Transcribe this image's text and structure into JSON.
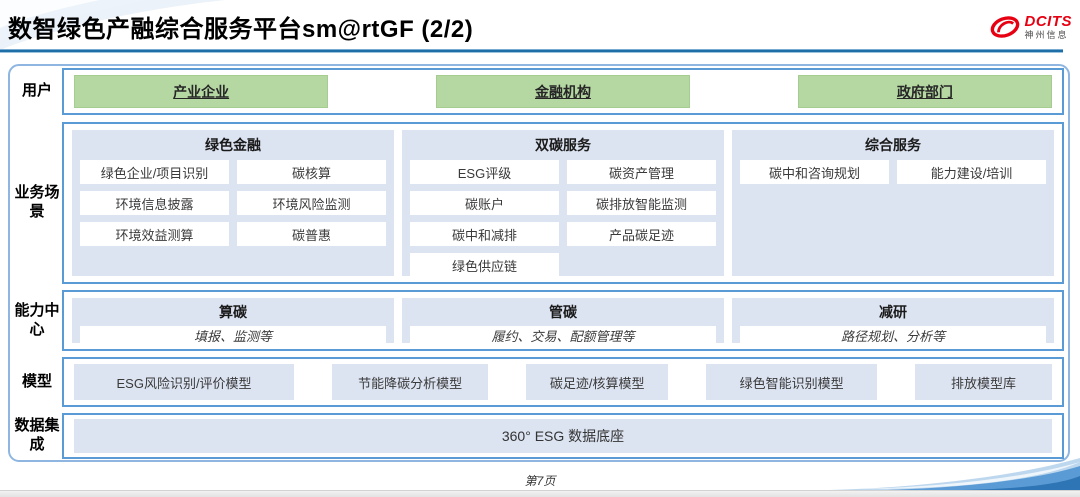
{
  "header": {
    "title": "数智绿色产融综合服务平台sm@rtGF (2/2)",
    "logo": {
      "brand": "DCITS",
      "subbrand": "神州信息"
    }
  },
  "diagram": {
    "users": {
      "label": "用户",
      "items": [
        "产业企业",
        "金融机构",
        "政府部门"
      ]
    },
    "scenarios": {
      "label": "业务场景",
      "columns": [
        {
          "title": "绿色金融",
          "items": [
            "绿色企业/项目识别",
            "碳核算",
            "环境信息披露",
            "环境风险监测",
            "环境效益测算",
            "碳普惠"
          ]
        },
        {
          "title": "双碳服务",
          "items": [
            "ESG评级",
            "碳资产管理",
            "碳账户",
            "碳排放智能监测",
            "碳中和减排",
            "产品碳足迹",
            "绿色供应链"
          ]
        },
        {
          "title": "综合服务",
          "items": [
            "碳中和咨询规划",
            "能力建设/培训"
          ]
        }
      ]
    },
    "capabilities": {
      "label": "能力中心",
      "items": [
        {
          "title": "算碳",
          "detail": "填报、监测等"
        },
        {
          "title": "管碳",
          "detail": "履约、交易、配额管理等"
        },
        {
          "title": "减研",
          "detail": "路径规划、分析等"
        }
      ]
    },
    "models": {
      "label": "模型",
      "items": [
        "ESG风险识别/评价模型",
        "节能降碳分析模型",
        "碳足迹/核算模型",
        "绿色智能识别模型",
        "排放模型库"
      ]
    },
    "data_integration": {
      "label": "数据集成",
      "items": [
        "360° ESG 数据底座"
      ]
    }
  },
  "footer": {
    "page": "第7页"
  },
  "colors": {
    "title_rule": "#1E6FA8",
    "row_border": "#5B9BD5",
    "frame_border": "#8FB6E0",
    "panel_fill": "#DCE3F1",
    "user_fill": "#B5D8A3",
    "logo_red": "#E60012"
  }
}
